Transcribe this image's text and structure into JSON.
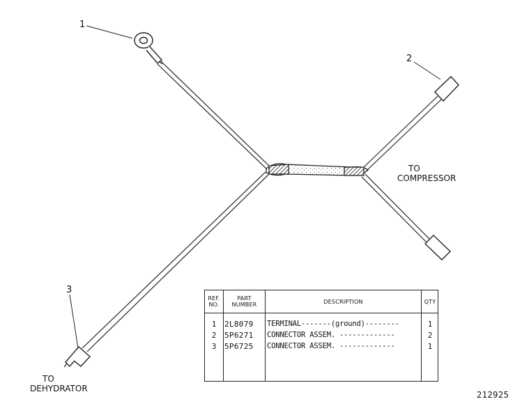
{
  "callouts": [
    {
      "number": "1"
    },
    {
      "number": "2"
    },
    {
      "number": "3"
    }
  ],
  "destinations": {
    "compressor": {
      "line1": "TO",
      "line2": "COMPRESSOR"
    },
    "dehydrator": {
      "line1": "TO",
      "line2": "DEHYDRATOR"
    }
  },
  "parts_table": {
    "headers": {
      "ref_line1": "REF.",
      "ref_line2": "NO.",
      "part_line1": "PART",
      "part_line2": "NUMBER",
      "description": "DESCRIPTION",
      "qty": "QTY"
    },
    "rows": [
      {
        "ref": "1",
        "part_number": "2L8079",
        "description": "TERMINAL-------(ground)--------",
        "qty": "1"
      },
      {
        "ref": "2",
        "part_number": "5P6271",
        "description": "CONNECTOR ASSEM. -------------",
        "qty": "2"
      },
      {
        "ref": "3",
        "part_number": "5P6725",
        "description": "CONNECTOR ASSEM. -------------",
        "qty": "1"
      }
    ]
  },
  "figure_number": "212925"
}
